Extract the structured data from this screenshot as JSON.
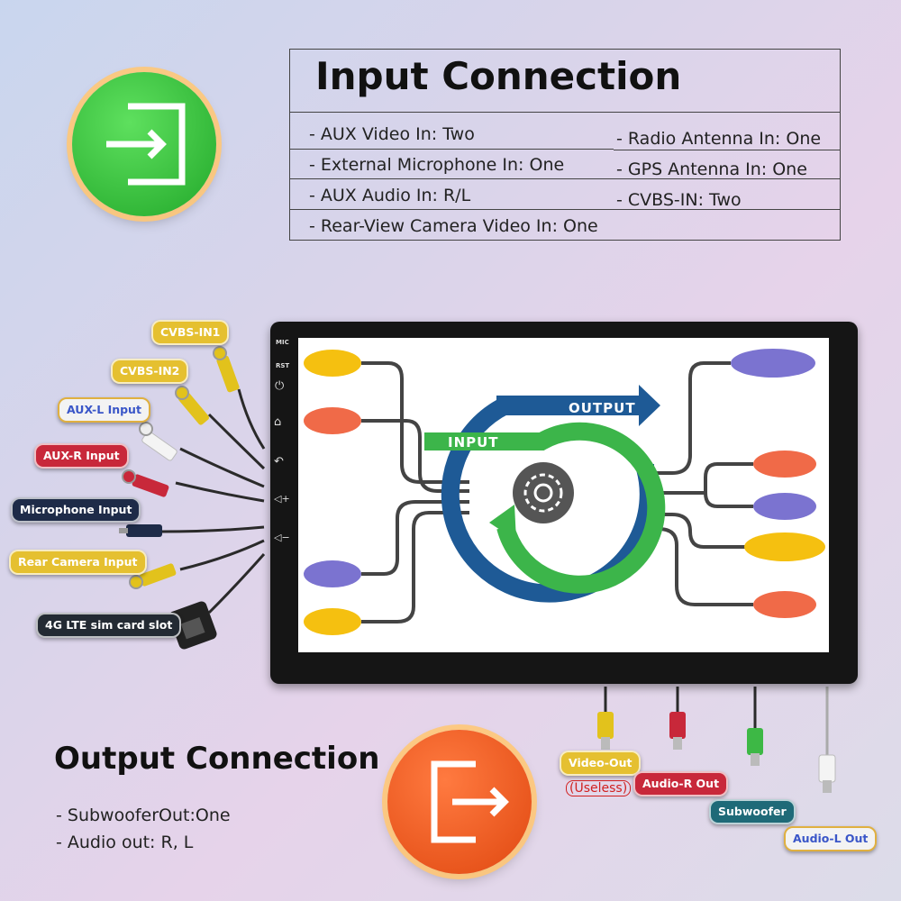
{
  "input": {
    "title": "Input Connection",
    "lines_left": [
      "- AUX Video In: Two",
      "- External Microphone In: One",
      "- AUX Audio In: R/L",
      "- Rear-View Camera Video In: One"
    ],
    "lines_right": [
      "- Radio Antenna In: One",
      "- GPS Antenna In: One",
      "- CVBS-IN: Two"
    ]
  },
  "output": {
    "title": "Output Connection",
    "lines": [
      "- SubwooferOut:One",
      "- Audio out: R, L"
    ]
  },
  "device": {
    "side_labels": [
      "MIC",
      "RST"
    ],
    "side_icons": [
      "power-icon",
      "home-icon",
      "back-icon",
      "volume-up-icon",
      "volume-down-icon"
    ],
    "screen_output_label": "OUTPUT",
    "screen_input_label": "INPUT"
  },
  "cable_labels": {
    "left": [
      "CVBS-IN1",
      "CVBS-IN2",
      "AUX-L Input",
      "AUX-R Input",
      "Microphone Input",
      "Rear Camera Input",
      "4G LTE sim card slot"
    ],
    "bottom": [
      "Video-Out",
      "(Useless)",
      "Audio-R Out",
      "Subwoofer",
      "Audio-L Out"
    ]
  },
  "colors": {
    "green_circle": "#3cc63c",
    "orange_circle": "#ef5a20",
    "diagram_blue": "#1e5a96",
    "diagram_green": "#3cb54a"
  },
  "icons": {
    "input": "sign-in-icon",
    "output": "sign-out-icon"
  }
}
